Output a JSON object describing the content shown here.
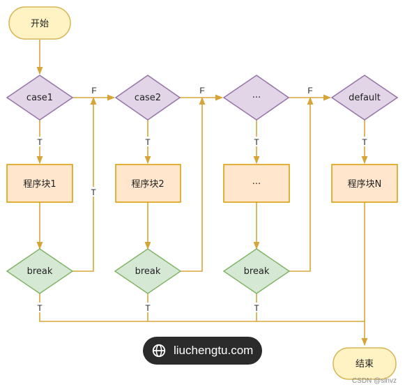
{
  "nodes": {
    "start": "开始",
    "case1": "case1",
    "case2": "case2",
    "case_more": "···",
    "default": "default",
    "block1": "程序块1",
    "block2": "程序块2",
    "block_more": "···",
    "blockN": "程序块N",
    "break1": "break",
    "break2": "break",
    "break3": "break",
    "end": "结束"
  },
  "labels": {
    "true": "T",
    "false": "F"
  },
  "watermark": {
    "text": "liuchengtu.com",
    "credit": "CSDN @sinvz"
  },
  "colors": {
    "connector": "#d6a53a",
    "terminal_fill": "#fff3c4",
    "terminal_stroke": "#d6b656",
    "case_fill": "#e1d5e7",
    "case_stroke": "#9673a6",
    "block_fill": "#ffe6cc",
    "block_stroke": "#d79b00",
    "break_fill": "#d5e8d4",
    "break_stroke": "#82b366"
  }
}
